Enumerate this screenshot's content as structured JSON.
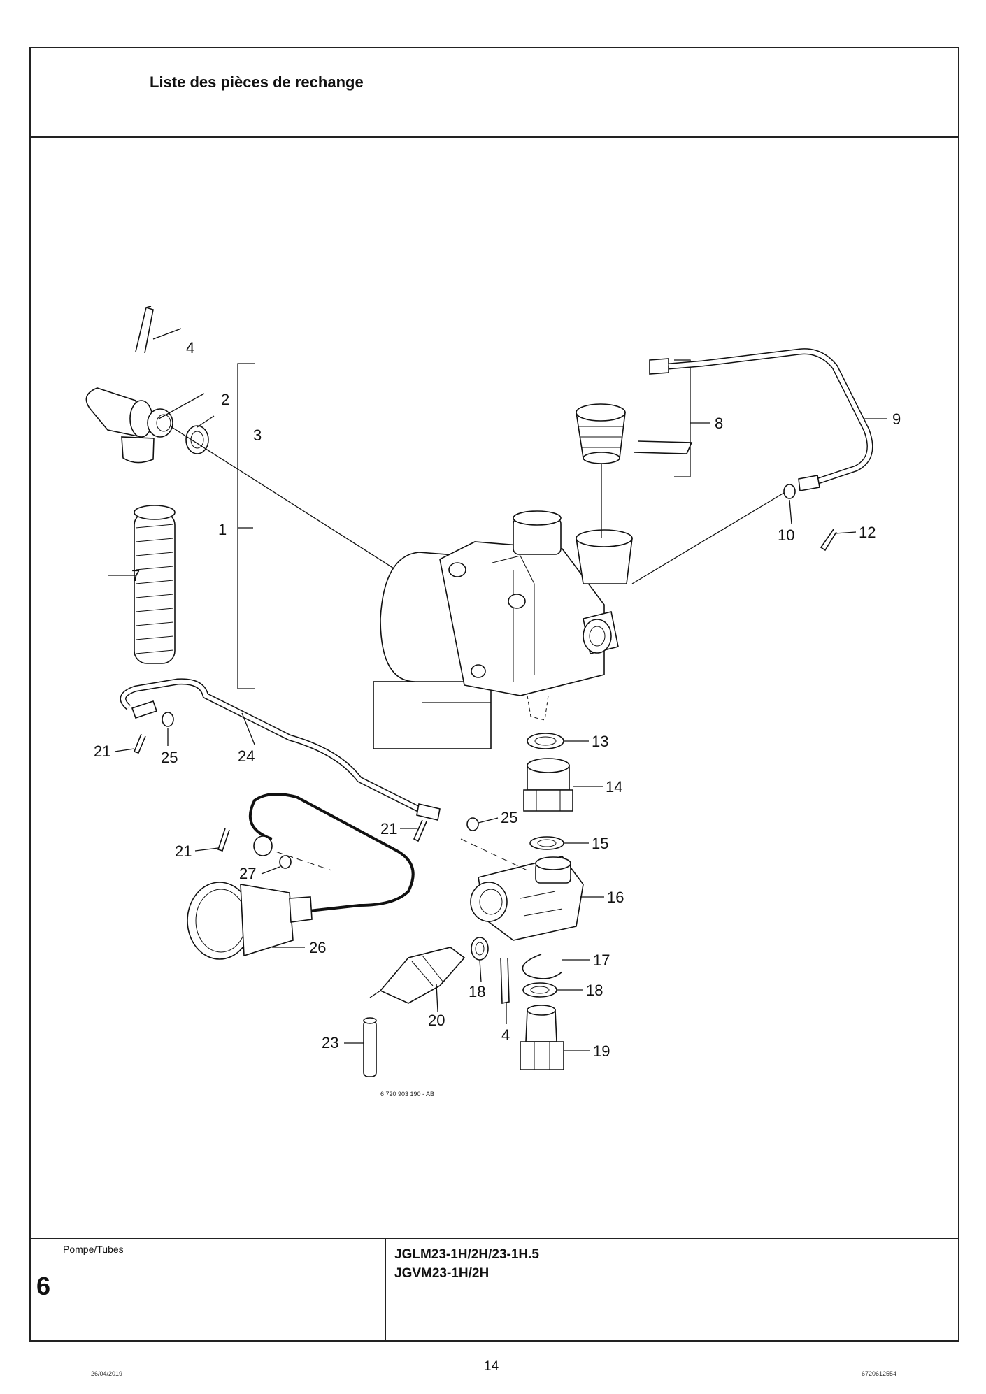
{
  "header": {
    "title": "Liste des pièces de rechange"
  },
  "figure": {
    "reference": "6 720 903 190 - AB",
    "callouts": {
      "c1": "1",
      "c2": "2",
      "c3": "3",
      "c4a": "4",
      "c4b": "4",
      "c7": "7",
      "c8": "8",
      "c9": "9",
      "c10": "10",
      "c12": "12",
      "c13": "13",
      "c14": "14",
      "c15": "15",
      "c16": "16",
      "c17": "17",
      "c18a": "18",
      "c18b": "18",
      "c19": "19",
      "c20": "20",
      "c21a": "21",
      "c21b": "21",
      "c21c": "21",
      "c23": "23",
      "c24": "24",
      "c25a": "25",
      "c25b": "25",
      "c26": "26",
      "c27": "27"
    }
  },
  "footer": {
    "section_name": "Pompe/Tubes",
    "section_number": "6",
    "models": [
      "JGLM23-1H/2H/23-1H.5",
      "JGVM23-1H/2H"
    ],
    "date": "26/04/2019",
    "page": "14",
    "doc_code": "6720612554"
  }
}
